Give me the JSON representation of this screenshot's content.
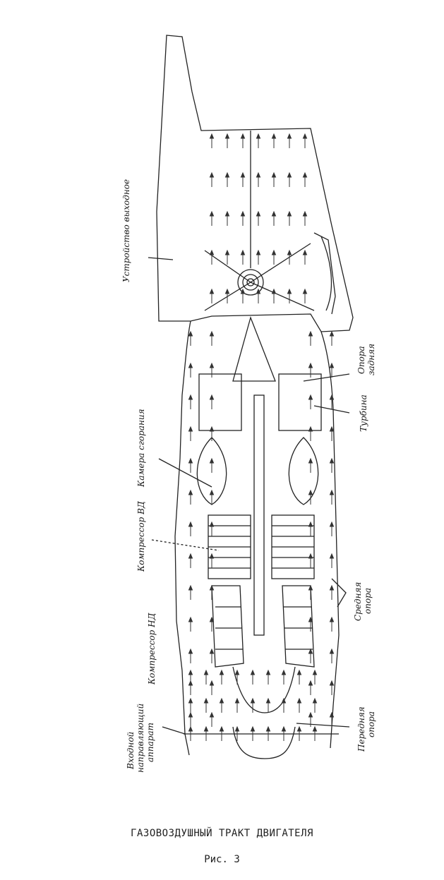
{
  "labels_left": [
    {
      "id": "exhaust",
      "text": "Устройство выходное"
    },
    {
      "id": "combustor",
      "text": "Камера сгорания"
    },
    {
      "id": "hpc",
      "text": "Компрессор ВД"
    },
    {
      "id": "lpc",
      "text": "Компрессор НД"
    },
    {
      "id": "igv_1",
      "text": "Входной"
    },
    {
      "id": "igv_2",
      "text": "направляющий"
    },
    {
      "id": "igv_3",
      "text": "аппарат"
    }
  ],
  "labels_right": [
    {
      "id": "rear_support_1",
      "text": "Опора"
    },
    {
      "id": "rear_support_2",
      "text": "задняя"
    },
    {
      "id": "turbine",
      "text": "Турбина"
    },
    {
      "id": "mid_support_1",
      "text": "Средняя"
    },
    {
      "id": "mid_support_2",
      "text": "опора"
    },
    {
      "id": "front_support_1",
      "text": "Передняя"
    },
    {
      "id": "front_support_2",
      "text": "опора"
    }
  ],
  "caption": {
    "title": "ГАЗОВОЗДУШНЫЙ ТРАКТ ДВИГАТЕЛЯ",
    "figure": "Рис. 3"
  }
}
